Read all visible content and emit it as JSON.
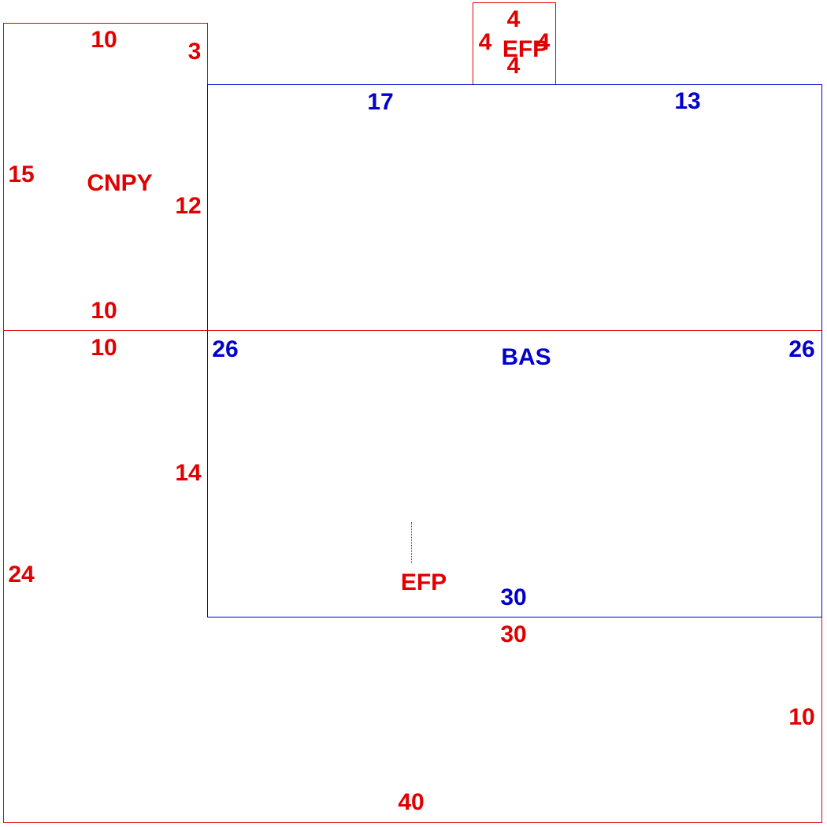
{
  "colors": {
    "red": "#e00000",
    "blue": "#0000cc"
  },
  "bas": {
    "name": "BAS",
    "top": "17",
    "top_right": "13",
    "left": "26",
    "right": "26",
    "bottom": "30"
  },
  "cnpy": {
    "name": "CNPY",
    "top": "10",
    "top_notch": "3",
    "left": "15",
    "right": "12",
    "bottom": "10"
  },
  "efp_top": {
    "name": "EFP",
    "top": "4",
    "left": "4",
    "right": "4",
    "bottom": "4"
  },
  "efp_bottom": {
    "name": "EFP",
    "top": "10",
    "left": "24",
    "right_upper": "14",
    "bottom": "40",
    "bas_bottom": "30",
    "right_lower": "10"
  }
}
